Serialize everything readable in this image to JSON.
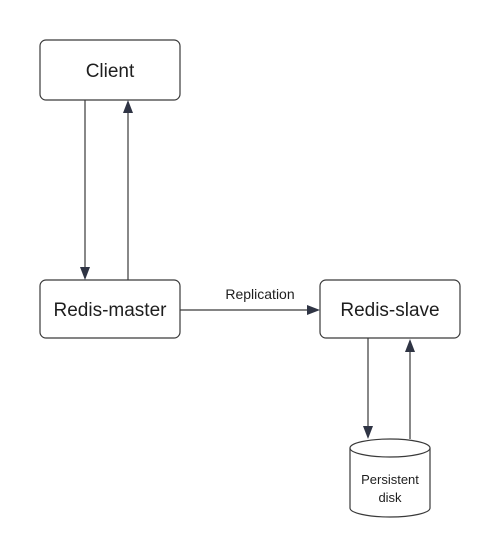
{
  "nodes": {
    "client": {
      "label": "Client"
    },
    "redis_master": {
      "label": "Redis-master"
    },
    "redis_slave": {
      "label": "Redis-slave"
    },
    "persistent_disk": {
      "label_line1": "Persistent",
      "label_line2": "disk"
    }
  },
  "edges": {
    "replication": {
      "label": "Replication"
    }
  },
  "colors": {
    "stroke": "#3a3a3a",
    "arrowhead": "#2f3444",
    "text": "#1e1e1e",
    "background": "#ffffff"
  }
}
